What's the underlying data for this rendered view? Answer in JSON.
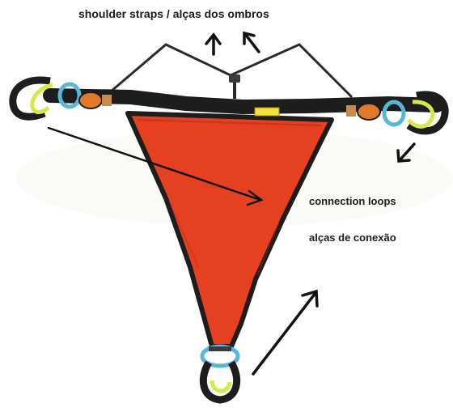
{
  "labels": {
    "shoulder_straps": "shoulder straps / alças dos ombros",
    "connection_loops_en": "connection loops",
    "connection_loops_pt": "alças de conexão"
  },
  "colors": {
    "sling_fabric": "#e5401f",
    "webbing": "#1d1d1d",
    "loop_yellow": "#d7e84a",
    "loop_blue": "#58b7d9",
    "buckle_orange": "#e07a2a",
    "label_yellow": "#f2e23a",
    "arrow": "#111111"
  },
  "icons": [
    "arrow-up-icon",
    "arrow-up-left-icon",
    "arrow-down-left-icon",
    "arrow-diagonal-down-right-icon",
    "arrow-diagonal-up-right-icon"
  ]
}
